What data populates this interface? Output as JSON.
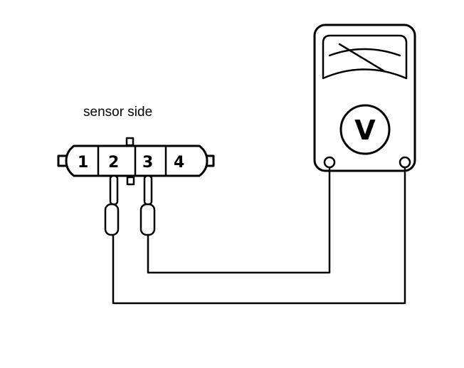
{
  "caption": "sensor side",
  "connector": {
    "pins": [
      "1",
      "2",
      "3",
      "4"
    ]
  },
  "meter": {
    "label": "V"
  }
}
